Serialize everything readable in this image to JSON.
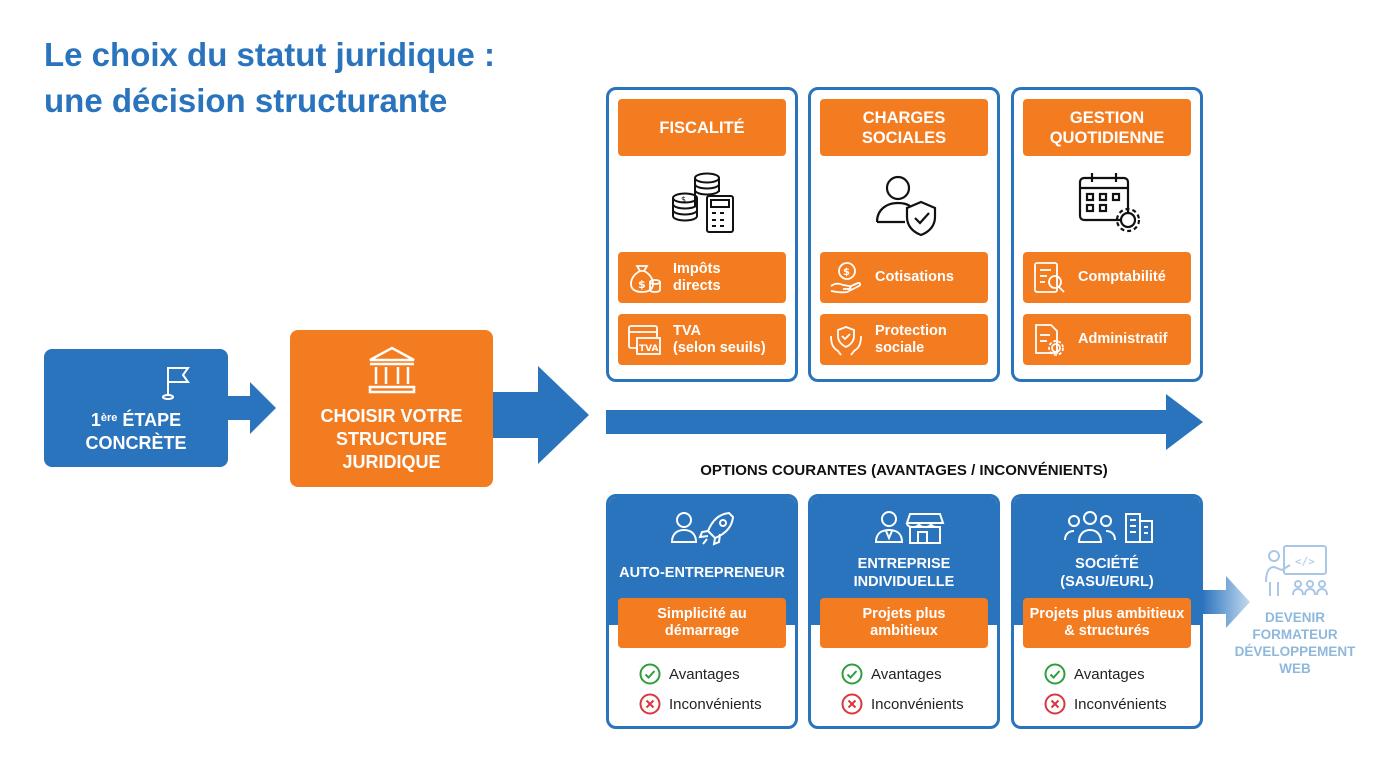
{
  "title": {
    "line1": "Le choix du statut juridique :",
    "line2": "une décision structurante"
  },
  "step": {
    "sup_prefix": "1",
    "sup": "ère",
    "line1_rest": " ÉTAPE",
    "line2": "CONCRÈTE",
    "icon": "flag-icon"
  },
  "choose": {
    "line1": "CHOISIR VOTRE",
    "line2": "STRUCTURE",
    "line3": "JURIDIQUE",
    "icon": "bank-building-icon"
  },
  "criteria": [
    {
      "title_l1": "FISCALITÉ",
      "title_l2": "",
      "icon": "coins-calculator-icon",
      "items": [
        {
          "l1": "Impôts",
          "l2": "directs",
          "icon": "money-bag-icon"
        },
        {
          "l1": "TVA",
          "l2": "(selon seuils)",
          "icon": "tva-window-icon"
        }
      ]
    },
    {
      "title_l1": "CHARGES",
      "title_l2": "SOCIALES",
      "icon": "user-shield-icon",
      "items": [
        {
          "l1": "Cotisations",
          "l2": "",
          "icon": "coin-hand-icon"
        },
        {
          "l1": "Protection",
          "l2": "sociale",
          "icon": "protect-hands-icon"
        }
      ]
    },
    {
      "title_l1": "GESTION",
      "title_l2": "QUOTIDIENNE",
      "icon": "calendar-gear-icon",
      "items": [
        {
          "l1": "Comptabilité",
          "l2": "",
          "icon": "accounting-doc-icon"
        },
        {
          "l1": "Administratif",
          "l2": "",
          "icon": "admin-doc-gear-icon"
        }
      ]
    }
  ],
  "options_label": "OPTIONS COURANTES (AVANTAGES / INCONVÉNIENTS)",
  "options": [
    {
      "name_l1": "AUTO-ENTREPRENEUR",
      "name_l2": "",
      "tag_l1": "Simplicité au",
      "tag_l2": "démarrage",
      "pros": "Avantages",
      "cons": "Inconvénients"
    },
    {
      "name_l1": "ENTREPRISE",
      "name_l2": "INDIVIDUELLE",
      "tag_l1": "Projets plus",
      "tag_l2": "ambitieux",
      "pros": "Avantages",
      "cons": "Inconvénients"
    },
    {
      "name_l1": "SOCIÉTÉ",
      "name_l2": "(SASU/EURL)",
      "tag_l1": "Projets plus ambitieux",
      "tag_l2": "& structurés",
      "pros": "Avantages",
      "cons": "Inconvénients"
    }
  ],
  "future": {
    "l1": "DEVENIR",
    "l2": "FORMATEUR",
    "l3": "DÉVELOPPEMENT",
    "l4": "WEB",
    "icon": "trainer-board-icon"
  },
  "colors": {
    "blue": "#2a73bd",
    "orange": "#f47c20",
    "check_green": "#2e9e3e",
    "cross_red": "#d9363e",
    "faded_blue": "#8fb8dd"
  }
}
